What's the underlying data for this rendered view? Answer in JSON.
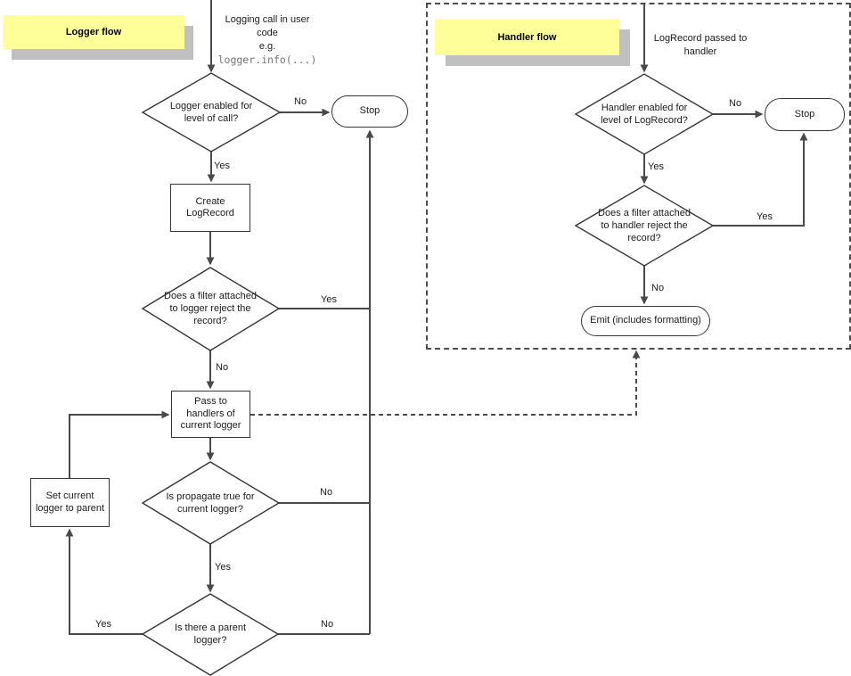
{
  "colors": {
    "note_bg": "#ffff99",
    "note_shadow": "#c0c0c0",
    "line": "#4a4a4a",
    "shape_border": "#363636",
    "text": "#1c1c1c",
    "code_text": "#757575",
    "box_border": "#4d4d4d",
    "bg": "#ffffff"
  },
  "logger": {
    "note": "Logger flow",
    "entry": {
      "text": "Logging call in user\ncode\ne.g.",
      "code": "logger.info(...)"
    },
    "nodes": {
      "enabled": {
        "type": "decision",
        "text": "Logger enabled for\nlevel of call?"
      },
      "stop": {
        "type": "terminator",
        "text": "Stop"
      },
      "create": {
        "type": "process",
        "text": "Create\nLogRecord"
      },
      "filter": {
        "type": "decision",
        "text": "Does a filter attached\nto logger reject the\nrecord?"
      },
      "pass": {
        "type": "process",
        "text": "Pass to\nhandlers of\ncurrent logger"
      },
      "propagate": {
        "type": "decision",
        "text": "Is propagate true for\ncurrent logger?"
      },
      "parent": {
        "type": "decision",
        "text": "Is there a parent\nlogger?"
      },
      "set_current": {
        "type": "process",
        "text": "Set current\nlogger to parent"
      }
    },
    "edges": [
      {
        "from": "enabled",
        "to": "stop",
        "label": "No"
      },
      {
        "from": "enabled",
        "to": "create",
        "label": "Yes"
      },
      {
        "from": "create",
        "to": "filter",
        "label": ""
      },
      {
        "from": "filter",
        "to": "stop",
        "label": "Yes"
      },
      {
        "from": "filter",
        "to": "pass",
        "label": "No"
      },
      {
        "from": "pass",
        "to": "propagate",
        "label": ""
      },
      {
        "from": "propagate",
        "to": "stop",
        "label": "No"
      },
      {
        "from": "propagate",
        "to": "parent",
        "label": "Yes"
      },
      {
        "from": "parent",
        "to": "stop",
        "label": "No"
      },
      {
        "from": "parent",
        "to": "set_current",
        "label": "Yes"
      },
      {
        "from": "set_current",
        "to": "pass",
        "label": ""
      },
      {
        "from": "pass",
        "to": "handler_flow",
        "label": "",
        "style": "dashed"
      }
    ]
  },
  "handler": {
    "note": "Handler flow",
    "entry": {
      "text": "LogRecord passed to\nhandler"
    },
    "nodes": {
      "enabled": {
        "type": "decision",
        "text": "Handler enabled for\nlevel of LogRecord?"
      },
      "stop": {
        "type": "terminator",
        "text": "Stop"
      },
      "filter": {
        "type": "decision",
        "text": "Does a filter attached\nto handler reject the\nrecord?"
      },
      "emit": {
        "type": "terminator",
        "text": "Emit (includes formatting)"
      }
    },
    "edges": [
      {
        "from": "entry",
        "to": "enabled",
        "label": ""
      },
      {
        "from": "enabled",
        "to": "stop",
        "label": "No"
      },
      {
        "from": "enabled",
        "to": "filter",
        "label": "Yes"
      },
      {
        "from": "filter",
        "to": "stop",
        "label": "Yes"
      },
      {
        "from": "filter",
        "to": "emit",
        "label": "No"
      }
    ]
  }
}
